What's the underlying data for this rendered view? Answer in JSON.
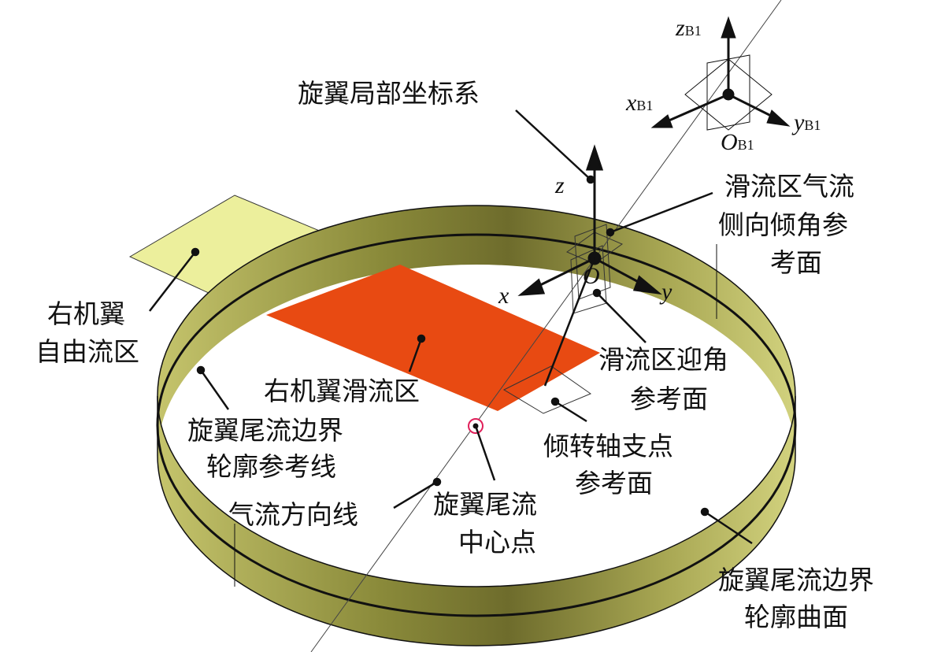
{
  "labels": {
    "local_frame": "旋翼局部坐标系",
    "sideslip_plane_1": "滑流区气流",
    "sideslip_plane_2": "侧向倾角参",
    "sideslip_plane_3": "考面",
    "right_wing_free_1": "右机翼",
    "right_wing_free_2": "自由流区",
    "slipstream_zone": "右机翼滑流区",
    "aoa_plane_1": "滑流区迎角",
    "aoa_plane_2": "参考面",
    "boundary_line_1": "旋翼尾流边界",
    "boundary_line_2": "轮廓参考线",
    "pivot_plane_1": "倾转轴支点",
    "pivot_plane_2": "参考面",
    "flow_line": "气流方向线",
    "wake_center_1": "旋翼尾流",
    "wake_center_2": "中心点",
    "boundary_surface_1": "旋翼尾流边界",
    "boundary_surface_2": "轮廓曲面"
  },
  "axes": {
    "x": "x",
    "y": "y",
    "z": "z",
    "o": "O",
    "xb": "x",
    "yb": "y",
    "zb": "z",
    "ob": "O",
    "sub": "B1"
  },
  "colors": {
    "ring_dark": "#6e6c2c",
    "ring_light": "#c9c874",
    "slipstream": "#e84a12",
    "free_wing": "#ecef9c",
    "center_marker": "#e0205a"
  }
}
